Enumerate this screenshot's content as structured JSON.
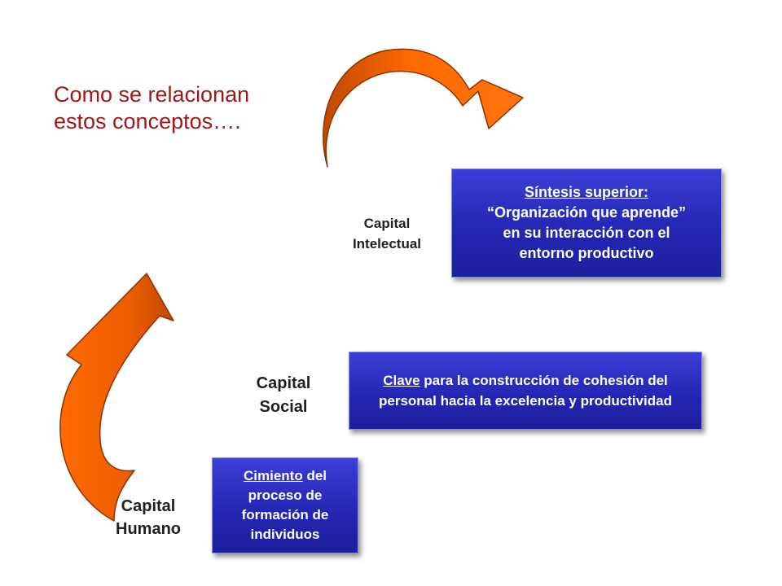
{
  "title": {
    "line1": "Como se relacionan",
    "line2": "estos  conceptos…."
  },
  "labels": {
    "intelectual": [
      "Capital",
      "Intelectual"
    ],
    "social": [
      "Capital",
      "Social"
    ],
    "humano": [
      "Capital",
      "Humano"
    ]
  },
  "boxes": {
    "sintesis": {
      "heading": "Síntesis superior:",
      "line1": "“Organización que aprende”",
      "line2": "en su interacción con el",
      "line3": "entorno productivo"
    },
    "clave": {
      "keyword": "Clave",
      "rest": " para la construcción de cohesión del personal hacia la excelencia y productividad"
    },
    "cimiento": {
      "keyword": "Cimiento",
      "rest": " del proceso de formación de individuos"
    }
  },
  "colors": {
    "arrow_fill": "#ff6a00",
    "arrow_shade": "#c84a00",
    "title": "#a01818",
    "box_fill": "#2a2cc0"
  },
  "icons": [
    "curved-arrow-icon",
    "curved-arrow-icon"
  ]
}
